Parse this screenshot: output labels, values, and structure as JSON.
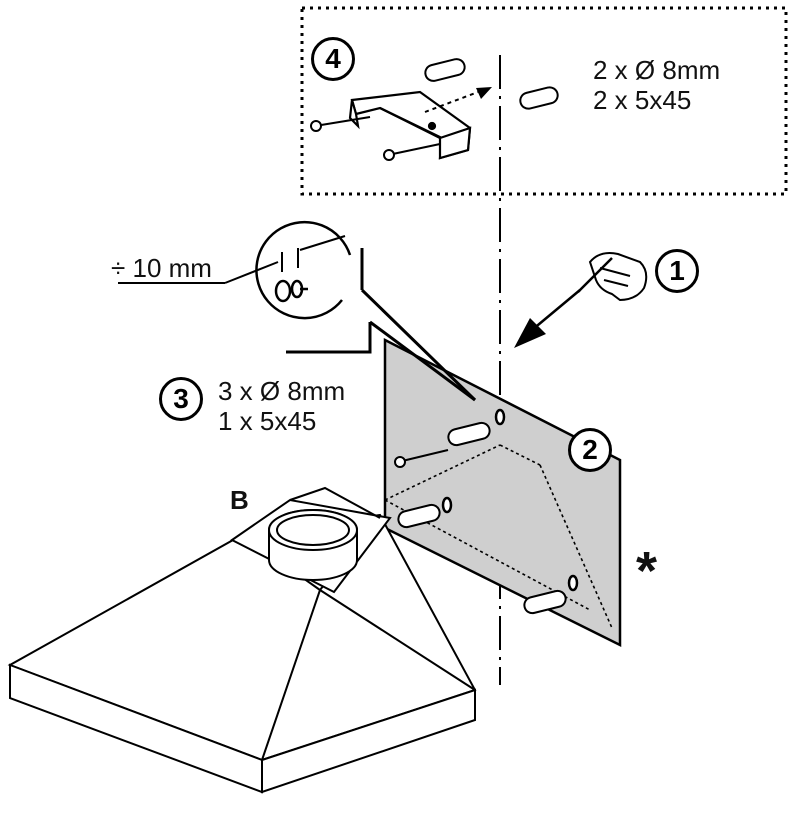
{
  "steps": [
    {
      "number": "1"
    },
    {
      "number": "2"
    },
    {
      "number": "3"
    },
    {
      "number": "4"
    }
  ],
  "callouts": {
    "bracket_hardware_line1": "2 x Ø 8mm",
    "bracket_hardware_line2": "2 x 5x45",
    "template_hardware_line1": "3 x Ø 8mm",
    "template_hardware_line2": "1 x 5x45",
    "screw_gap": "÷ 10 mm",
    "part_b": "B",
    "asterisk": "*"
  }
}
